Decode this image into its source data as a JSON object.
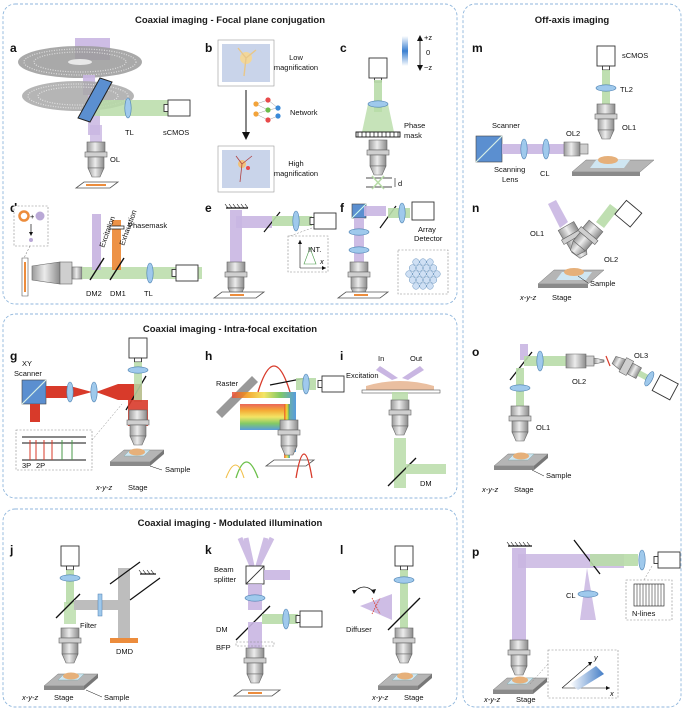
{
  "sections": {
    "focal": "Coaxial imaging - Focal plane conjugation",
    "intra": "Coaxial imaging - Intra-focal excitation",
    "modulated": "Coaxial imaging - Modulated illumination",
    "offaxis": "Off-axis imaging"
  },
  "panels": {
    "a": {
      "letter": "a",
      "tl": "TL",
      "cam": "sCMOS",
      "ol": "OL"
    },
    "b": {
      "letter": "b",
      "low1": "Low",
      "low2": "magnification",
      "network": "Network",
      "high1": "High",
      "high2": "magnification"
    },
    "c": {
      "letter": "c",
      "zplus": "+z",
      "zero": "0",
      "zminus": "−z",
      "phase1": "Phase",
      "phase2": "mask",
      "d": "d"
    },
    "d": {
      "letter": "d",
      "plus": "+",
      "excitation": "Excitation",
      "exhaustion": "Exhaustion",
      "phasemask": "Phasemask",
      "dm2": "DM2",
      "dm1": "DM1",
      "tl": "TL"
    },
    "e": {
      "letter": "e",
      "int": "INT.",
      "x": "x"
    },
    "f": {
      "letter": "f",
      "array1": "Array",
      "array2": "Detector"
    },
    "g": {
      "letter": "g",
      "xy": "XY",
      "scanner": "Scanner",
      "p3": "3P",
      "p2": "2P",
      "sample": "Sample",
      "stage": "x-y-z",
      "stage2": "Stage"
    },
    "h": {
      "letter": "h",
      "raster": "Raster"
    },
    "i": {
      "letter": "i",
      "in": "In",
      "out": "Out",
      "excitation": "Excitation",
      "dm": "DM"
    },
    "j": {
      "letter": "j",
      "filter": "Filter",
      "dmd": "DMD",
      "sample": "Sample",
      "stage": "x-y-z",
      "stage2": "Stage"
    },
    "k": {
      "letter": "k",
      "beam1": "Beam",
      "beam2": "splitter",
      "dm": "DM",
      "bfp": "BFP"
    },
    "l": {
      "letter": "l",
      "diffuser": "Diffuser",
      "stage": "x-y-z",
      "stage2": "Stage"
    },
    "m": {
      "letter": "m",
      "cam": "sCMOS",
      "tl2": "TL2",
      "scanner": "Scanner",
      "ol2": "OL2",
      "ol1": "OL1",
      "scan1": "Scanning",
      "scan2": "Lens",
      "cl": "CL"
    },
    "n": {
      "letter": "n",
      "ol1": "OL1",
      "ol2": "OL2",
      "stage": "x-y-z",
      "stage2": "Stage",
      "sample": "Sample"
    },
    "o": {
      "letter": "o",
      "ol2": "OL2",
      "ol3": "OL3",
      "ol1": "OL1",
      "sample": "Sample",
      "stage": "x-y-z",
      "stage2": "Stage"
    },
    "p": {
      "letter": "p",
      "cl": "CL",
      "nlines": "N-lines",
      "stage": "x-y-z",
      "stage2": "Stage",
      "y": "y",
      "x": "x"
    }
  },
  "colors": {
    "excitation": "#b9a8d6",
    "emission": "#b8dca8",
    "lens": "#9fc9ec",
    "red": "#d83a2a",
    "orange": "#ec8c3c",
    "box": "#8fb6dc"
  }
}
